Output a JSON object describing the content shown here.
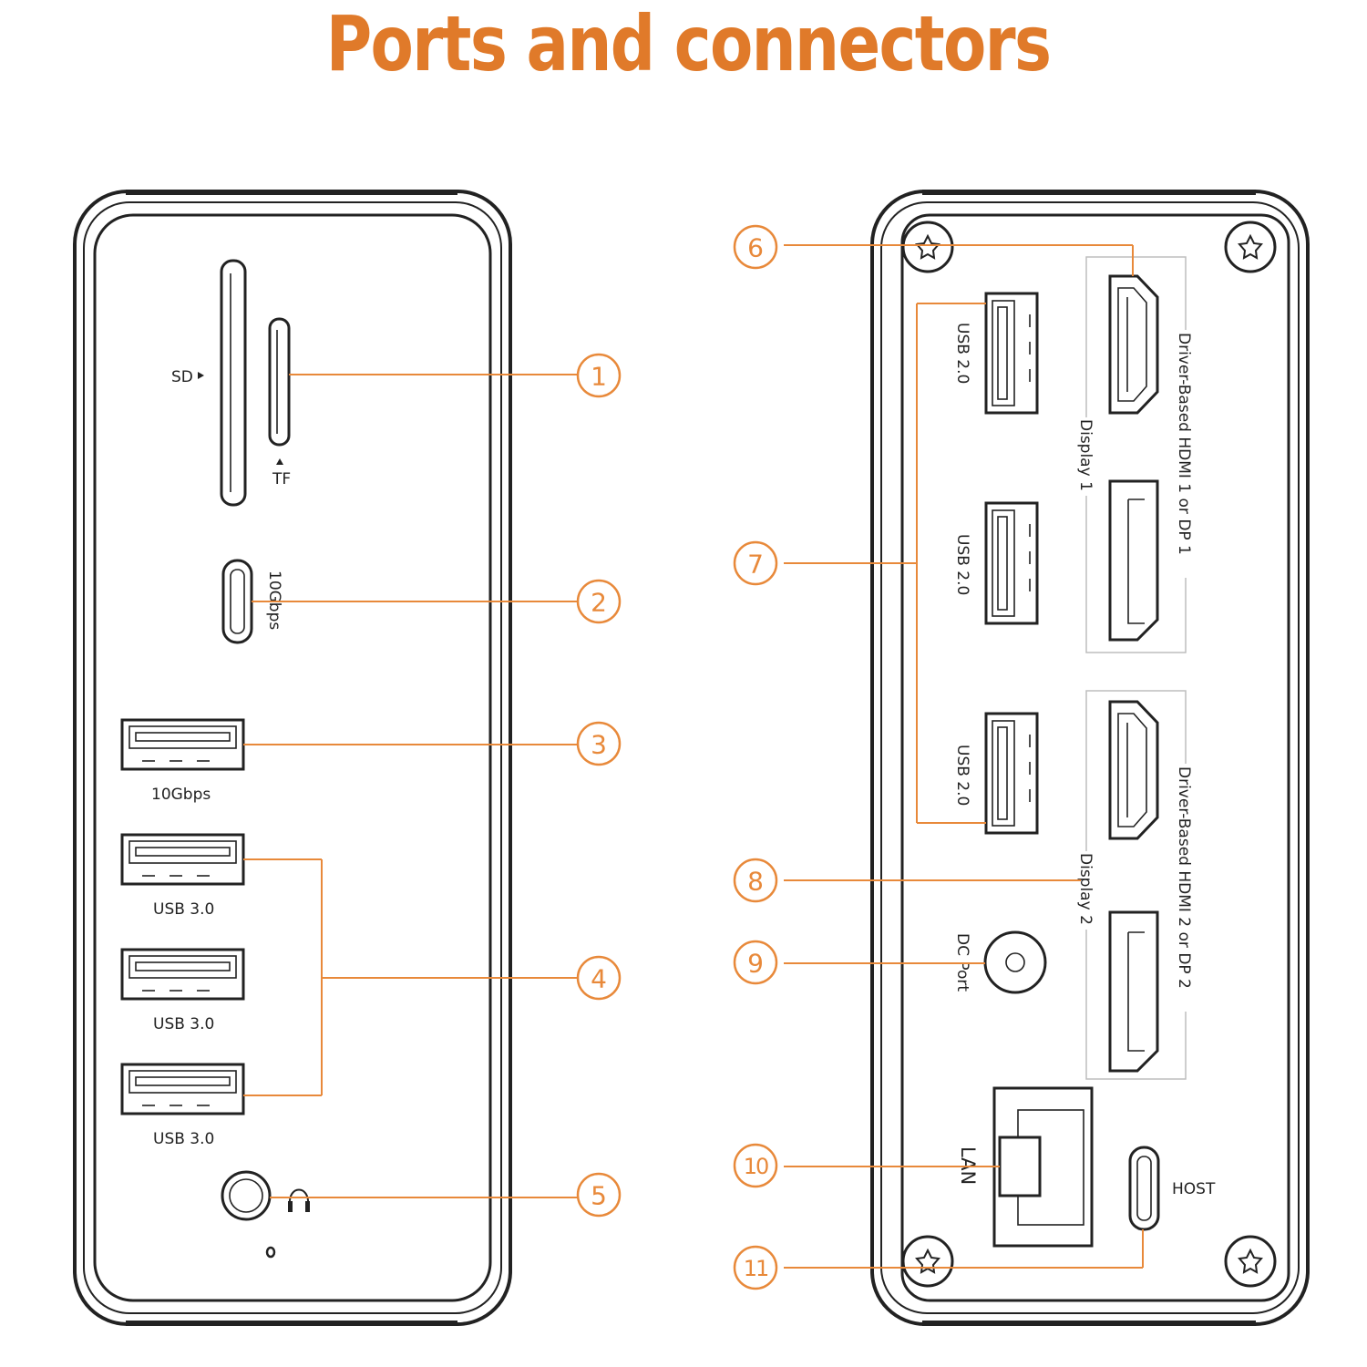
{
  "title": "Ports and connectors",
  "colors": {
    "accent": "#E8893A",
    "title": "#E07A2A",
    "outline": "#222222"
  },
  "front_labels": {
    "sd": "SD",
    "tf": "TF",
    "usbc_speed": "10Gbps",
    "usba_speed": "10Gbps",
    "usb3_1": "USB 3.0",
    "usb3_2": "USB 3.0",
    "usb3_3": "USB 3.0"
  },
  "rear_labels": {
    "usb2_1": "USB 2.0",
    "usb2_2": "USB 2.0",
    "usb2_3": "USB 2.0",
    "display1": "Display 1",
    "display1_desc": "Driver-Based HDMI 1 or DP 1",
    "display2": "Display 2",
    "display2_desc": "Driver-Based HDMI 2 or DP 2",
    "dc": "DC Port",
    "lan": "LAN",
    "host": "HOST"
  },
  "callouts": [
    "1",
    "2",
    "3",
    "4",
    "5",
    "6",
    "7",
    "8",
    "9",
    "10",
    "11"
  ],
  "icons": {
    "headset": "headset-icon",
    "mic": "mic-icon",
    "screw": "screw-icon"
  }
}
